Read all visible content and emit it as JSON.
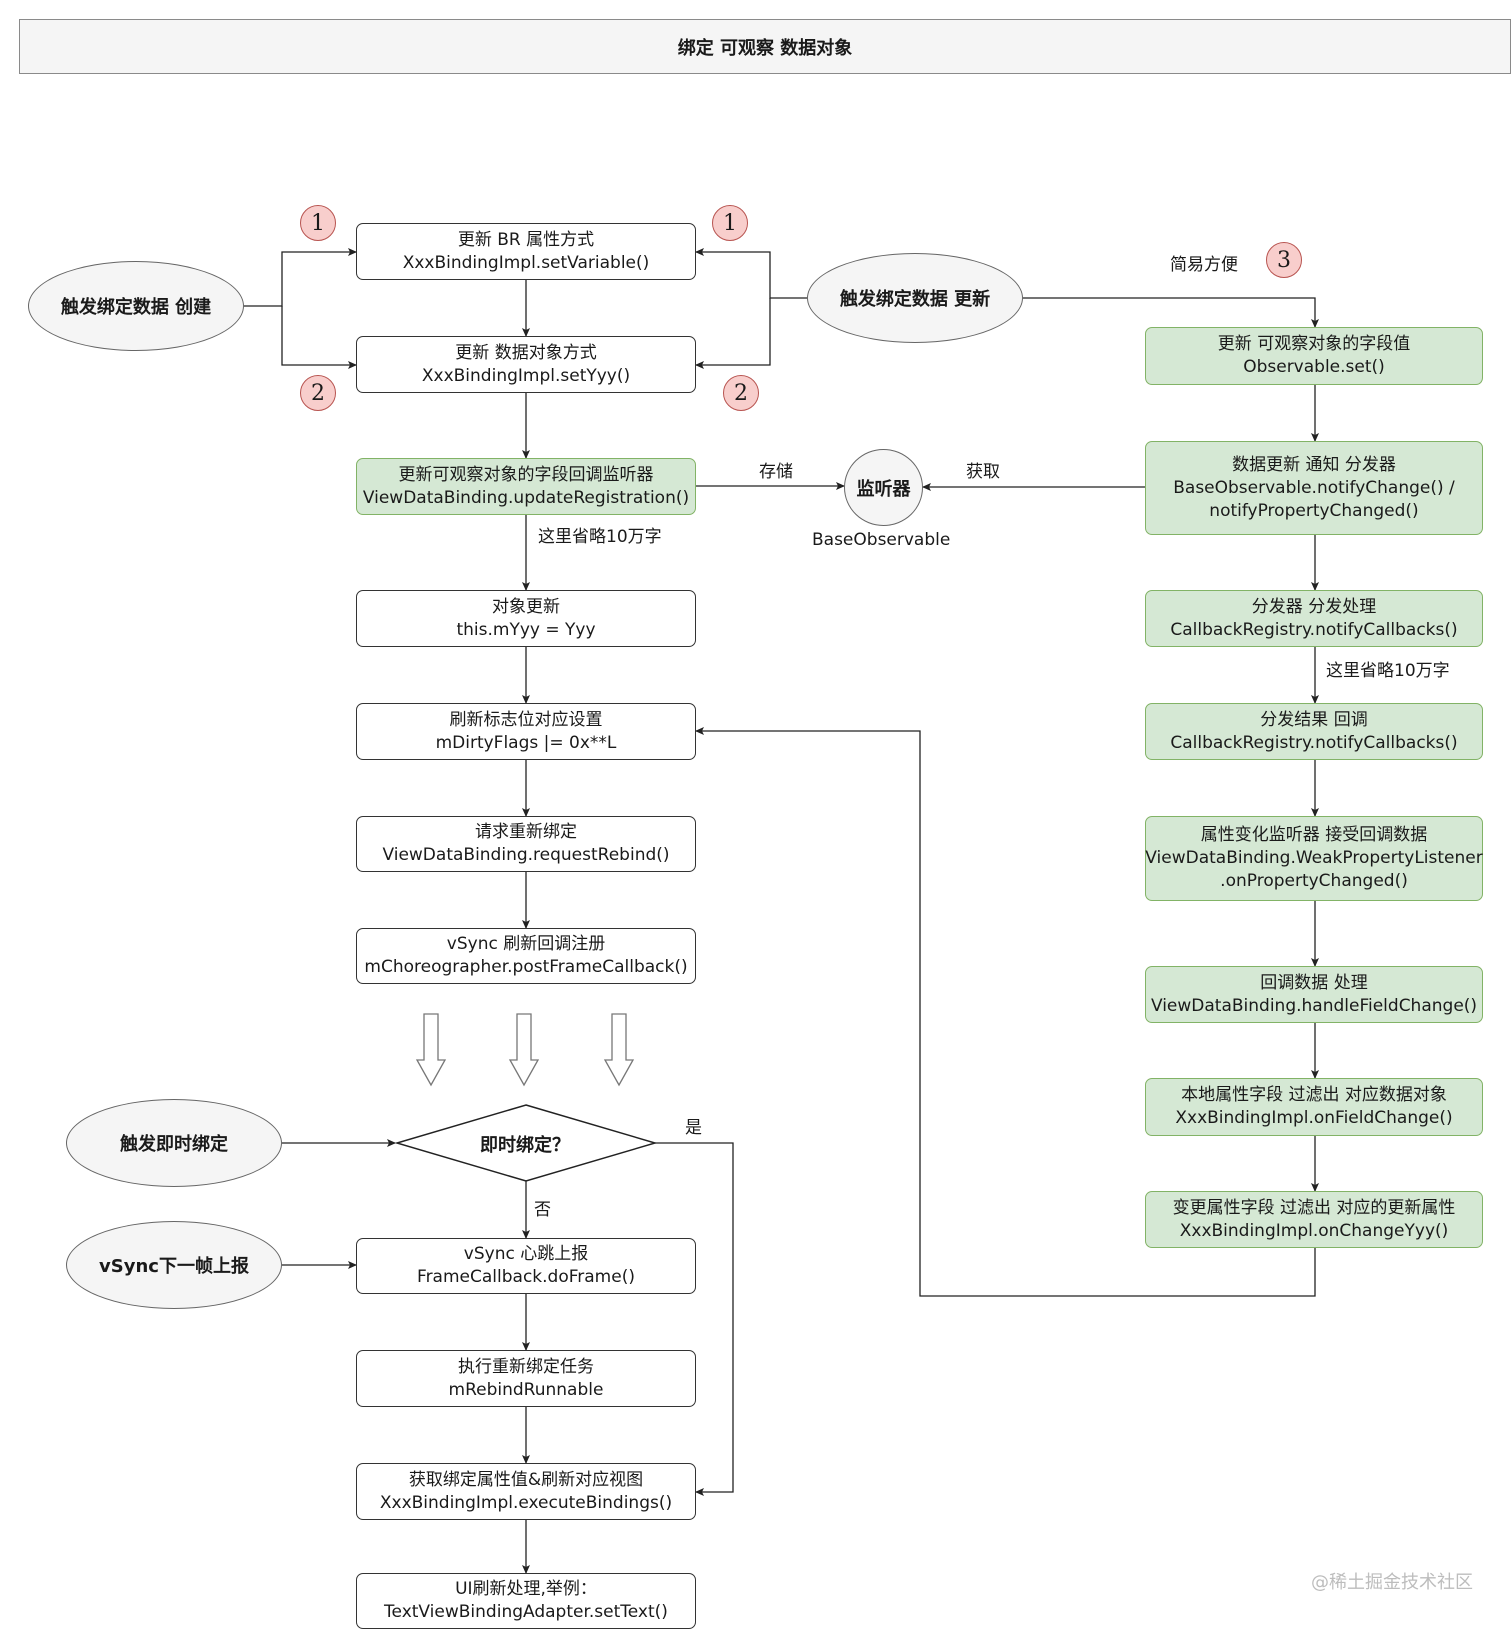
{
  "title": "绑定 可观察 数据对象",
  "ellipses": {
    "create": "触发绑定数据 创建",
    "update": "触发绑定数据 更新",
    "immediate": "触发即时绑定",
    "vsync": "vSync下一帧上报"
  },
  "listener": {
    "label": "监听器",
    "caption": "BaseObservable"
  },
  "left_flow": [
    {
      "line1": "更新 BR 属性方式",
      "line2": "XxxBindingImpl.setVariable()"
    },
    {
      "line1": "更新 数据对象方式",
      "line2": "XxxBindingImpl.setYyy()"
    },
    {
      "line1": "更新可观察对象的字段回调监听器",
      "line2": "ViewDataBinding.updateRegistration()"
    },
    {
      "line1": "对象更新",
      "line2": "this.mYyy = Yyy"
    },
    {
      "line1": "刷新标志位对应设置",
      "line2": "mDirtyFlags |= 0x**L"
    },
    {
      "line1": "请求重新绑定",
      "line2": "ViewDataBinding.requestRebind()"
    },
    {
      "line1": "vSync 刷新回调注册",
      "line2": "mChoreographer.postFrameCallback()"
    },
    {
      "line1": "vSync 心跳上报",
      "line2": "FrameCallback.doFrame()"
    },
    {
      "line1": "执行重新绑定任务",
      "line2": "mRebindRunnable"
    },
    {
      "line1": "获取绑定属性值&刷新对应视图",
      "line2": "XxxBindingImpl.executeBindings()"
    },
    {
      "line1": "UI刷新处理,举例：",
      "line2": "TextViewBindingAdapter.setText()"
    }
  ],
  "right_flow": [
    {
      "line1": "更新 可观察对象的字段值",
      "line2": "Observable.set()"
    },
    {
      "line1": "数据更新 通知 分发器",
      "line2": "BaseObservable.notifyChange() /",
      "line3": "notifyPropertyChanged()"
    },
    {
      "line1": "分发器 分发处理",
      "line2": "CallbackRegistry.notifyCallbacks()"
    },
    {
      "line1": "分发结果 回调",
      "line2": "CallbackRegistry.notifyCallbacks()"
    },
    {
      "line1": "属性变化监听器 接受回调数据",
      "line2": "ViewDataBinding.WeakPropertyListener",
      "line3": ".onPropertyChanged()"
    },
    {
      "line1": "回调数据 处理",
      "line2": "ViewDataBinding.handleFieldChange()"
    },
    {
      "line1": "本地属性字段 过滤出 对应数据对象",
      "line2": "XxxBindingImpl.onFieldChange()"
    },
    {
      "line1": "变更属性字段 过滤出 对应的更新属性",
      "line2": "XxxBindingImpl.onChangeYyy()"
    }
  ],
  "decision": {
    "label": "即时绑定？",
    "yes": "是",
    "no": "否"
  },
  "badges": {
    "one": "1",
    "two": "2",
    "three": "3"
  },
  "labels": {
    "store": "存储",
    "fetch": "获取",
    "simple": "简易方便",
    "omit_left": "这里省略10万字",
    "omit_right": "这里省略10万字"
  },
  "watermark": "@稀土掘金技术社区",
  "colors": {
    "green_fill": "#d5e8d4",
    "green_stroke": "#82b366",
    "badge_fill": "#f8cecc",
    "badge_stroke": "#b85450",
    "ellipse_fill": "#f5f5f5"
  }
}
